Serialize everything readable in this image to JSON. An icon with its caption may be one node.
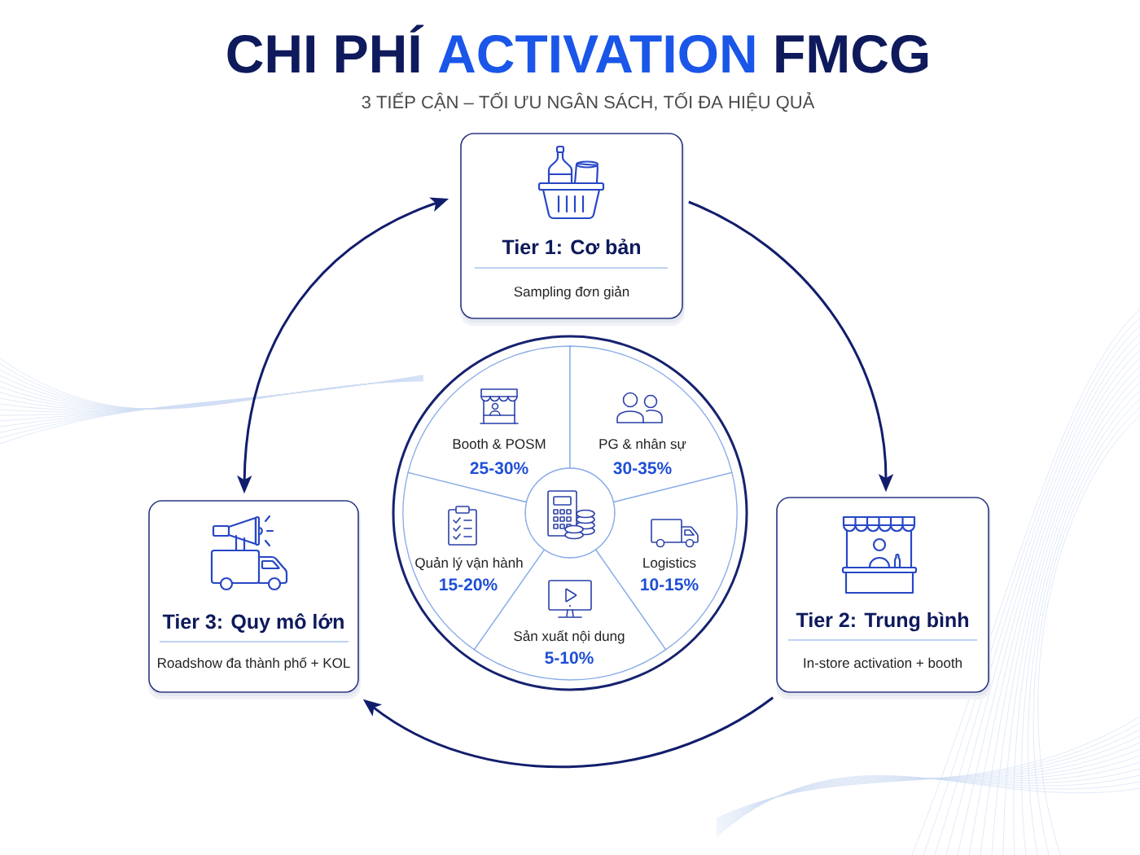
{
  "diagram": {
    "title": "CHI PHÍ ACTIVATION FMCG",
    "nodes": [
      {
        "text": [
          "Tier 1: Cơ bản",
          "Sampling đơn giản"
        ]
      },
      {
        "text": [],
        "shape": "circle"
      },
      {
        "text": [
          "Booth & POSM",
          "25-30%"
        ],
        "in": 1
      },
      {
        "text": [
          "PG & nhân sự",
          "30-35%"
        ],
        "in": 1
      },
      {
        "text": [],
        "shape": "circle",
        "in": 1
      },
      {
        "text": [
          "Quản lý vận hành",
          "15-20%"
        ],
        "in": 1
      },
      {
        "text": [
          "Logistics",
          "10-15%"
        ],
        "in": 1
      },
      {
        "text": [
          "Sản xuất nội dung",
          "5-10%"
        ],
        "in": 1
      },
      {
        "text": [
          "Tier 3: Quy mô lớn",
          "Roadshow đa thành phố + KOL"
        ]
      },
      {
        "text": [
          "Tier 2: Trung bình",
          "In-store activation + booth"
        ]
      }
    ],
    "edges": [
      {
        "from": 0,
        "to": 9,
        "arrow": "to"
      },
      {
        "from": 9,
        "to": 8,
        "arrow": "to"
      },
      {
        "from": 8,
        "to": 0,
        "arrow": "both"
      }
    ],
    "labels": [
      "3 TIẾP CẬN – TỐI ƯU NGÂN SÁCH, TỐI ĐA HIỆU QUẢ"
    ]
  }
}
